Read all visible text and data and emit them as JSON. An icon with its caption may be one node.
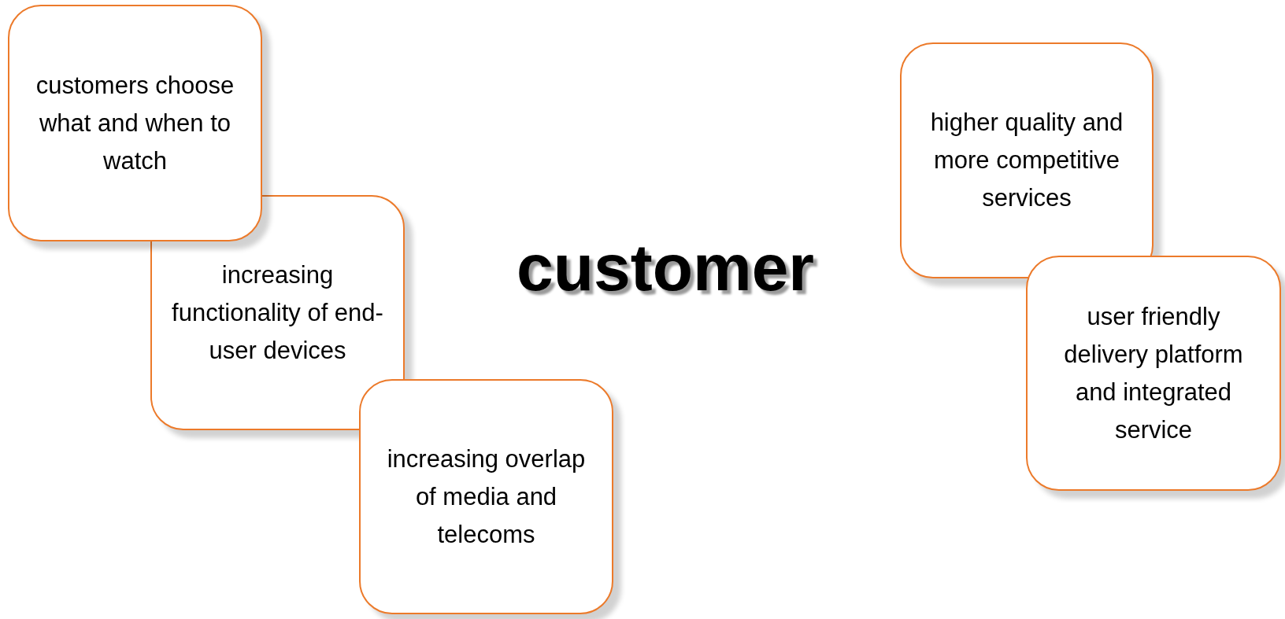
{
  "diagram": {
    "title": "customer",
    "nodes": [
      {
        "text": [
          "customers choose what and when to watch"
        ]
      },
      {
        "text": [
          "increasing functionality of end-user devices"
        ]
      },
      {
        "text": [
          "increasing overlap of media and telecoms"
        ]
      },
      {
        "text": [
          "higher quality and more competitive services"
        ]
      },
      {
        "text": [
          "user friendly delivery platform and integrated service"
        ]
      }
    ]
  }
}
